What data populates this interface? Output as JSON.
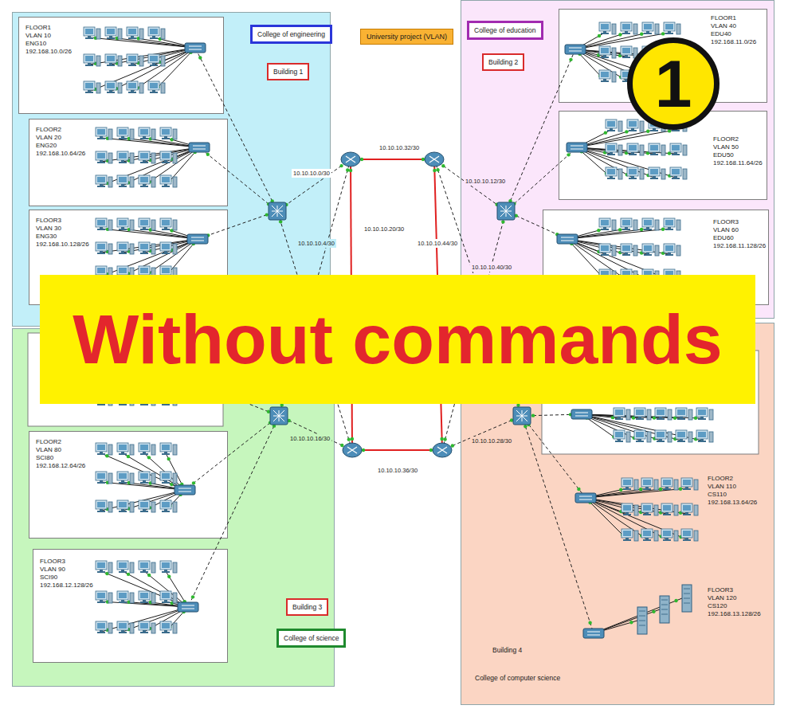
{
  "diagram": {
    "nodes": [
      {
        "text": [
          "University project (VLAN)"
        ]
      },
      {
        "text": [
          "College of engineering",
          "Building 1"
        ]
      },
      {
        "text": [
          "FLOOR1",
          "VLAN 10",
          "ENG10",
          "192.168.10.0/26"
        ],
        "in": 1
      },
      {
        "text": [
          "FLOOR2",
          "VLAN 20",
          "ENG20",
          "192.168.10.64/26"
        ],
        "in": 1
      },
      {
        "text": [
          "FLOOR3",
          "VLAN 30",
          "ENG30",
          "192.168.10.128/26"
        ],
        "in": 1
      },
      {
        "text": [
          "College of education",
          "Building 2"
        ]
      },
      {
        "text": [
          "FLOOR1",
          "VLAN 40",
          "EDU40",
          "192.168.11.0/26"
        ],
        "in": 5
      },
      {
        "text": [
          "FLOOR2",
          "VLAN 50",
          "EDU50",
          "192.168.11.64/26"
        ],
        "in": 5
      },
      {
        "text": [
          "FLOOR3",
          "VLAN 60",
          "EDU60",
          "192.168.11.128/26"
        ],
        "in": 5
      },
      {
        "text": [
          "1"
        ]
      },
      {
        "text": [
          "Without commands"
        ]
      },
      {
        "text": [
          "Building 3",
          "College of science"
        ]
      },
      {
        "text": [
          "FLOOR2",
          "VLAN 80",
          "SCI80",
          "192.168.12.64/26"
        ],
        "in": 11
      },
      {
        "text": [
          "FLOOR3",
          "VLAN 90",
          "SCI90",
          "192.168.12.128/26"
        ],
        "in": 11
      },
      {
        "text": [
          "Building 4",
          "College of computer science"
        ]
      },
      {
        "text": [
          "FLOOR2",
          "VLAN 110",
          "CS110",
          "192.168.13.64/26"
        ],
        "in": 14
      },
      {
        "text": [
          "FLOOR3",
          "VLAN 120",
          "CS120",
          "192.168.13.128/26"
        ],
        "in": 14
      }
    ],
    "labels": [
      "10.10.10.32/30",
      "10.10.10.0/30",
      "10.10.10.4/30",
      "10.10.10.20/30",
      "10.10.10.12/30",
      "10.10.10.40/30",
      "10.10.10.44/30",
      "10.10.10.16/30",
      "10.10.10.28/30",
      "10.10.10.36/30"
    ]
  }
}
